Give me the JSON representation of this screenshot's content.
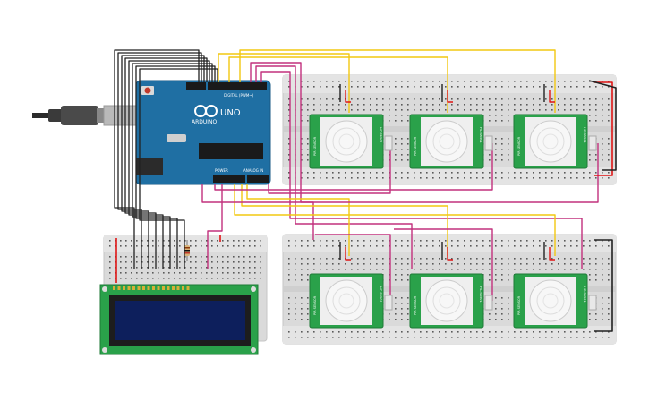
{
  "arduino": {
    "brand": "ARDUINO",
    "model": "UNO",
    "digital_label": "DIGITAL (PWM~)",
    "power_label": "POWER",
    "analog_label": "ANALOG IN",
    "board_color": "#1f6fa3"
  },
  "pir_sensor": {
    "side_label_left": "PIR SENSOR",
    "side_label_right": "HC-SR501",
    "count": 6
  },
  "lcd": {
    "screen_color": "#0d1f5c",
    "pcb_color": "#2aa14a"
  },
  "wire_colors": {
    "power": "#e01515",
    "ground": "#222222",
    "signal_yellow": "#f2c811",
    "signal_magenta": "#c2317d"
  },
  "components": {
    "usb_cable": "usb-cable",
    "resistor": "resistor"
  }
}
